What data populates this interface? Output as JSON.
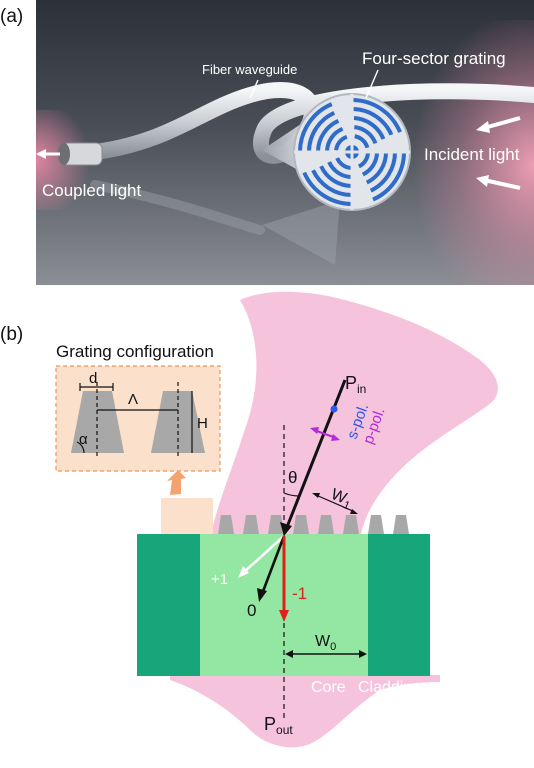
{
  "panel_a": {
    "label": "(a)",
    "fiber_waveguide": "Fiber waveguide",
    "four_sector_grating": "Four-sector grating",
    "incident_light": "Incident light",
    "coupled_light": "Coupled light"
  },
  "panel_b": {
    "label": "(b)",
    "inset": {
      "title": "Grating configuration",
      "d": "d",
      "lambda": "Λ",
      "alpha": "α",
      "h": "H"
    },
    "p_in": {
      "main": "P",
      "sub": "in"
    },
    "theta": "θ",
    "s_pol": "s-pol.",
    "p_pol": "p-pol.",
    "w1": {
      "main": "W",
      "sub": "1"
    },
    "order_plus1": "+1",
    "order_0": "0",
    "order_minus1": "-1",
    "w0": {
      "main": "W",
      "sub": "0"
    },
    "core": "Core",
    "cladding": "Cladding",
    "p_out": {
      "main": "P",
      "sub": "out"
    }
  },
  "colors": {
    "pink_beam": "#f5c3dc",
    "core_green": "#93e7a3",
    "cladding_green": "#17a57a",
    "grating_gray": "#a8a8a8",
    "inset_bg": "#fbe0cc",
    "inset_border": "#f2a370",
    "arrow_red": "#e0201a",
    "s_pol_blue": "#2b56f0",
    "p_pol_purple": "#b52bd6"
  }
}
